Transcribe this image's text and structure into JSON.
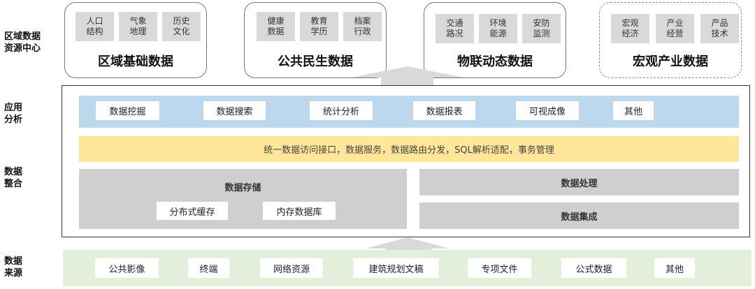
{
  "side_labels": {
    "resource_center": "区域数据\n资源中心",
    "application": "应用\n分析",
    "integration": "数据\n整合",
    "source": "数据\n来源"
  },
  "sources": [
    {
      "title": "区域基础数据",
      "items": [
        "人口\n结构",
        "气象\n地理",
        "历史\n文化"
      ]
    },
    {
      "title": "公共民生数据",
      "items": [
        "健康\n数据",
        "教育\n学历",
        "档案\n行政"
      ]
    },
    {
      "title": "物联动态数据",
      "items": [
        "交通\n路况",
        "环境\n能源",
        "安防\n监测"
      ]
    },
    {
      "title": "宏观产业数据",
      "items": [
        "宏观\n经济",
        "产业\n经营",
        "产品\n技术"
      ]
    }
  ],
  "application": {
    "items": [
      "数据挖掘",
      "数据搜索",
      "统计分析",
      "数据报表",
      "可视成像",
      "其他"
    ]
  },
  "access_layer": "统一数据访问接口，数据服务，数据路由分发，SQL解析适配，事务管理",
  "storage": {
    "title": "数据存储",
    "items": [
      "分布式缓存",
      "内存数据库"
    ]
  },
  "processing": "数据处理",
  "integration": "数据集成",
  "data_sources": [
    "公共影像",
    "终端",
    "网络资源",
    "建筑规划文稿",
    "专项文件",
    "公式数据",
    "其他"
  ],
  "colors": {
    "blue": "#bdd7ee",
    "yellow": "#ffe699",
    "gray": "#d0cece",
    "green": "#e2efda"
  }
}
